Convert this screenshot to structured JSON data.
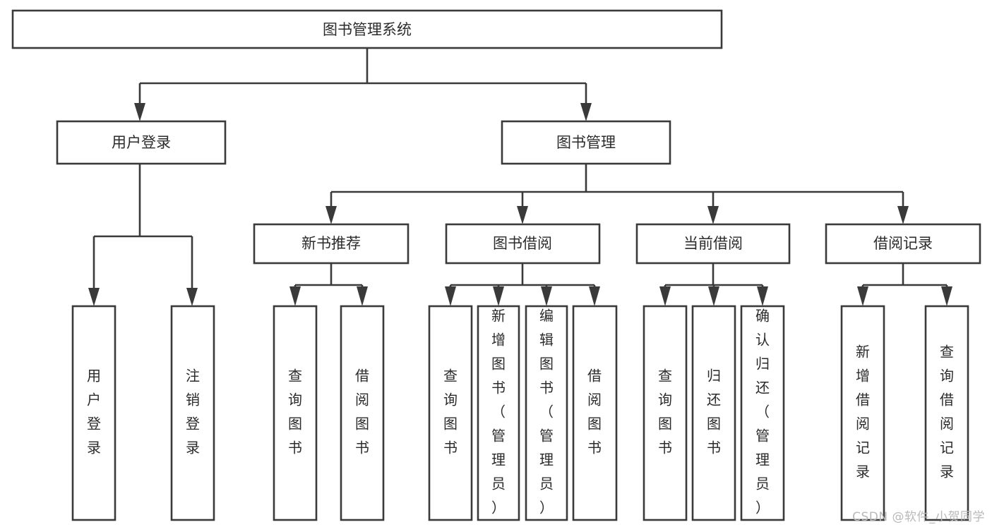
{
  "diagram": {
    "title": "图书管理系统",
    "type": "tree-hierarchy-diagram",
    "colors": {
      "background": "#ffffff",
      "stroke": "#3a3a3a",
      "text": "#2b2b2b",
      "watermark": "#b9b9b9"
    },
    "root": {
      "label": "图书管理系统"
    },
    "level2": [
      {
        "label": "用户登录"
      },
      {
        "label": "图书管理"
      }
    ],
    "level3": [
      {
        "label": "新书推荐"
      },
      {
        "label": "图书借阅"
      },
      {
        "label": "当前借阅"
      },
      {
        "label": "借阅记录"
      }
    ],
    "leaves": {
      "user_login": [
        {
          "label": "用户登录"
        },
        {
          "label": "注销登录"
        }
      ],
      "new_book_recommend": [
        {
          "label": "查询图书"
        },
        {
          "label": "借阅图书"
        }
      ],
      "book_borrow": [
        {
          "label": "查询图书"
        },
        {
          "label": "新增图书（管理员）"
        },
        {
          "label": "编辑图书（管理员）"
        },
        {
          "label": "借阅图书"
        }
      ],
      "current_borrow": [
        {
          "label": "查询图书"
        },
        {
          "label": "归还图书"
        },
        {
          "label": "确认归还（管理员）"
        }
      ],
      "borrow_record": [
        {
          "label": "新增借阅记录"
        },
        {
          "label": "查询借阅记录"
        }
      ]
    }
  },
  "watermark": {
    "text": "CSDN @软件_小贺同学"
  }
}
